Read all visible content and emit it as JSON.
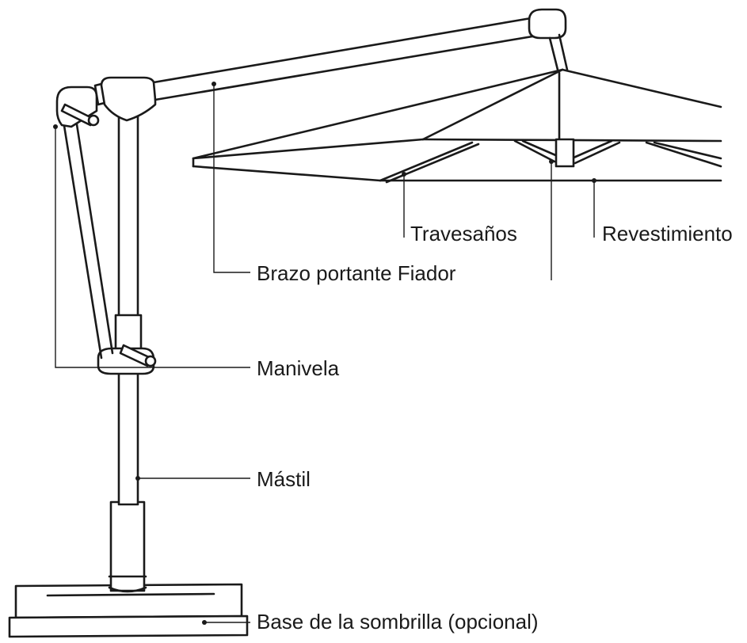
{
  "labels": {
    "travesanos": "Travesaños",
    "revestimiento": "Revestimiento",
    "brazo_fiador": "Brazo portante Fiador",
    "manivela": "Manivela",
    "mastil": "Mástil",
    "base": "Base de la sombrilla (opcional)"
  },
  "colors": {
    "line": "#1a1a1a",
    "background": "#ffffff"
  }
}
